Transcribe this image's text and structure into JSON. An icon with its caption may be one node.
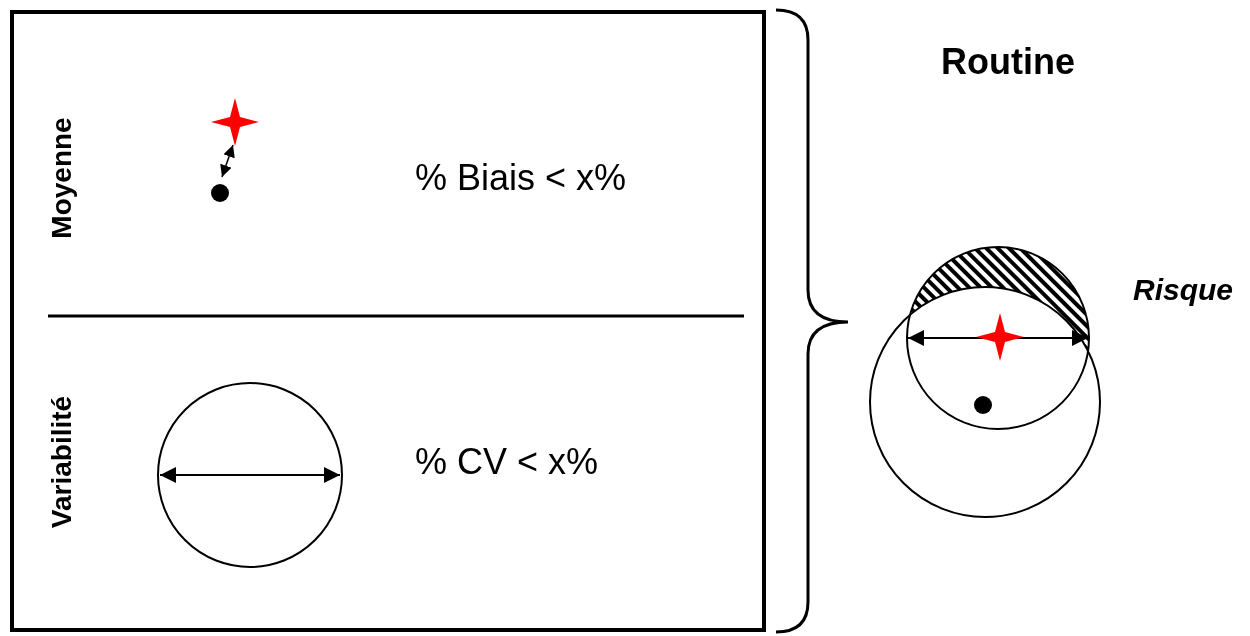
{
  "diagram": {
    "labels": [
      "Moyenne",
      "% Biais < x%",
      "Variabilité",
      "% CV < x%",
      "Routine",
      "Risque"
    ]
  }
}
